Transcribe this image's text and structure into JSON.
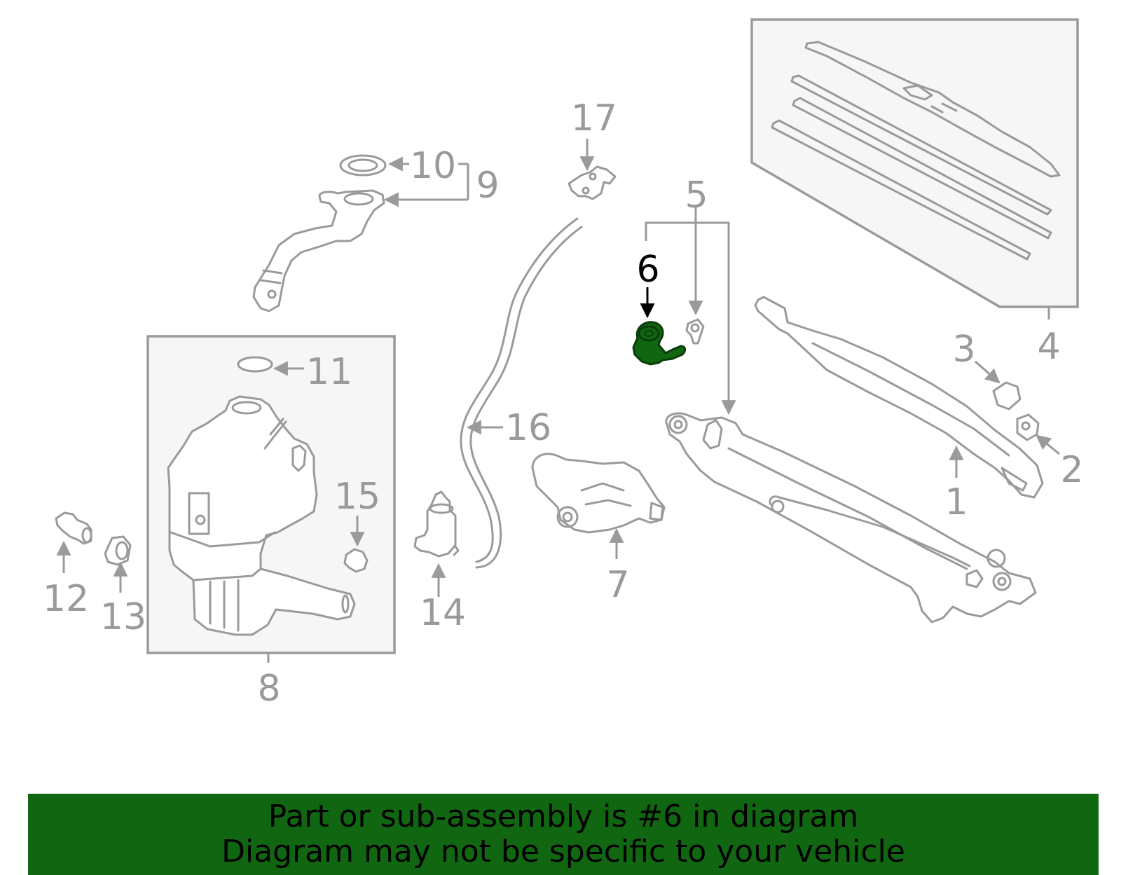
{
  "callouts": {
    "c1": "1",
    "c2": "2",
    "c3": "3",
    "c4": "4",
    "c5": "5",
    "c6": "6",
    "c7": "7",
    "c8": "8",
    "c9": "9",
    "c10": "10",
    "c11": "11",
    "c12": "12",
    "c13": "13",
    "c14": "14",
    "c15": "15",
    "c16": "16",
    "c17": "17"
  },
  "highlighted_part": "6",
  "colors": {
    "highlight_part": "#116611",
    "highlight_stroke": "#0a3d0a",
    "banner_background": "#116611",
    "line_art": "#9a9a9a"
  },
  "banner": {
    "line1": "Part or sub-assembly is #6 in diagram",
    "line2": "Diagram may not be specific to your vehicle"
  }
}
